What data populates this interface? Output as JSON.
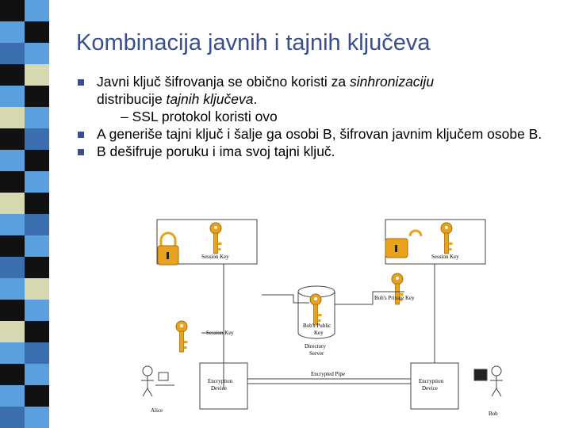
{
  "title": "Kombinacija javnih i tajnih ključeva",
  "bullets": {
    "b1_a": "Javni ključ šifrovanja se obično koristi za ",
    "b1_b": "sinhronizaciju",
    "b1_c": "distribucije ",
    "b1_d": "tajnih ključeva",
    "b1_e": ".",
    "sub1": "– SSL protokol koristi ovo",
    "b2": "A generiše tajni ključ i šalje ga osobi B, šifrovan javnim ključem osobe B.",
    "b3": "B dešifruje poruku i ima svoj tajni ključ."
  },
  "diagram": {
    "session_key_left": "Session Key",
    "session_key_right": "Session Key",
    "session_key_mid": "Session Key",
    "bobs_private_key": "Bob's Private Key",
    "bobs_public_key_1": "Bob's Public",
    "bobs_public_key_2": "Key",
    "directory_server_1": "Directory",
    "directory_server_2": "Server",
    "encryption_device": "Encryption",
    "encryption_device_2": "Device",
    "encryption_device_r": "Encryption",
    "encryption_device_r2": "Device",
    "encrypted_pipe": "Encrypted Pipe",
    "alice": "Alice",
    "bob": "Bob"
  },
  "colors": {
    "title": "#3a4e8a",
    "bullet": "#3a4e8a",
    "key_gold": "#e8a21c",
    "strip_blue": "#5aa0de",
    "strip_dark": "#111111",
    "strip_olive": "#d8d8b0"
  }
}
